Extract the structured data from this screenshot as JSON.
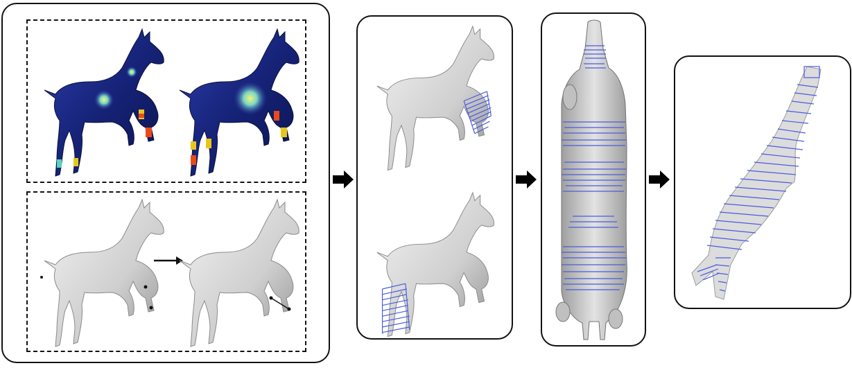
{
  "figure": {
    "panels": [
      {
        "id": "analysis",
        "parts": [
          "curvature-maps",
          "limb-constraints"
        ]
      },
      {
        "id": "part-skeleton-fitting"
      },
      {
        "id": "torso-slicing"
      },
      {
        "id": "full-slicing"
      }
    ],
    "colors": {
      "mesh": "#d2d2d2",
      "mesh_shade": "#9b9b9b",
      "slice_lines": "#4a5be0",
      "heat_low": "#1a2a8a",
      "heat_mid": "#5ad0c0",
      "heat_high": "#e84a1a"
    },
    "icons": [
      "right-arrow-icon",
      "small-arrow-icon"
    ]
  }
}
